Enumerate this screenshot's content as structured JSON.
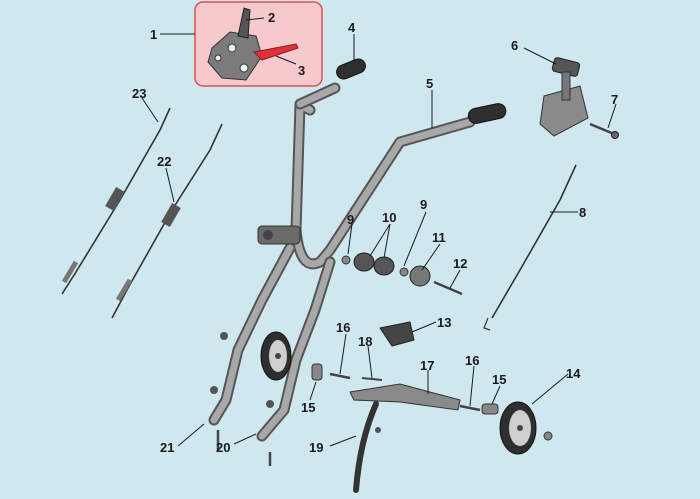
{
  "diagram": {
    "highlight_color": "#f6c9cc",
    "highlight_border": "#d9534f",
    "accent_color": "#e0303a",
    "background": "#cfe8f0",
    "callouts": {
      "c1": "1",
      "c2": "2",
      "c3": "3",
      "c4": "4",
      "c5": "5",
      "c6": "6",
      "c7": "7",
      "c8": "8",
      "c9a": "9",
      "c9b": "9",
      "c10": "10",
      "c11": "11",
      "c12": "12",
      "c13": "13",
      "c14": "14",
      "c15a": "15",
      "c15b": "15",
      "c16a": "16",
      "c16b": "16",
      "c17": "17",
      "c18": "18",
      "c19": "19",
      "c20": "20",
      "c21": "21",
      "c22": "22",
      "c23": "23"
    }
  }
}
